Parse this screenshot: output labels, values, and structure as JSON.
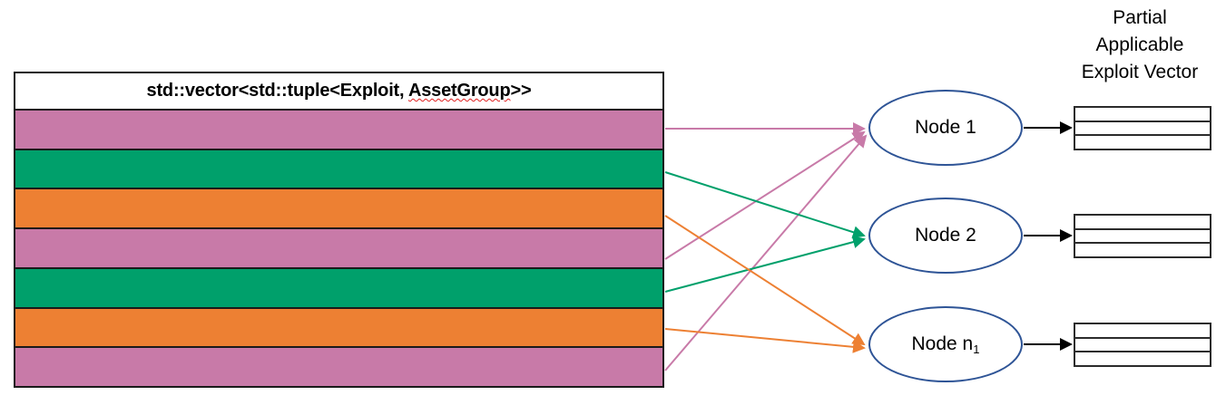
{
  "diagram": {
    "vector_table": {
      "header_prefix": "std::vector<std::tuple<Exploit, ",
      "header_misspelled": "AssetGroup",
      "header_suffix": ">>",
      "header_full": "std::vector<std::tuple<Exploit, AssetGroup>>",
      "rows": [
        {
          "index": 1,
          "color": "#c87aa8",
          "group": "pink",
          "target": "Node 1"
        },
        {
          "index": 2,
          "color": "#00a06b",
          "group": "green",
          "target": "Node 2"
        },
        {
          "index": 3,
          "color": "#ed8033",
          "group": "orange",
          "target": "Node n1"
        },
        {
          "index": 4,
          "color": "#c87aa8",
          "group": "pink",
          "target": "Node 1"
        },
        {
          "index": 5,
          "color": "#00a06b",
          "group": "green",
          "target": "Node 2"
        },
        {
          "index": 6,
          "color": "#ed8033",
          "group": "orange",
          "target": "Node n1"
        },
        {
          "index": 7,
          "color": "#c87aa8",
          "group": "pink",
          "target": "Node 1"
        }
      ]
    },
    "nodes": [
      {
        "id": "node-1",
        "label": "Node 1",
        "base": "Node 1",
        "subscript": ""
      },
      {
        "id": "node-2",
        "label": "Node 2",
        "base": "Node 2",
        "subscript": ""
      },
      {
        "id": "node-n1",
        "label": "Node n1",
        "base": "Node n",
        "subscript": "1"
      }
    ],
    "right_title": {
      "line1": "Partial",
      "line2": "Applicable",
      "line3": "Exploit Vector"
    },
    "pav_boxes": [
      {
        "id": "pav-1",
        "cells": [
          "",
          "",
          ""
        ]
      },
      {
        "id": "pav-2",
        "cells": [
          "",
          "",
          ""
        ]
      },
      {
        "id": "pav-3",
        "cells": [
          "",
          "",
          ""
        ]
      }
    ],
    "colors": {
      "pink": "#c87aa8",
      "green": "#00a06b",
      "orange": "#ed8033",
      "node_border": "#2e5496",
      "table_border": "#1a1a1a",
      "arrow_black": "#000000",
      "spellcheck_underline": "#e02020",
      "background": "#ffffff"
    }
  }
}
